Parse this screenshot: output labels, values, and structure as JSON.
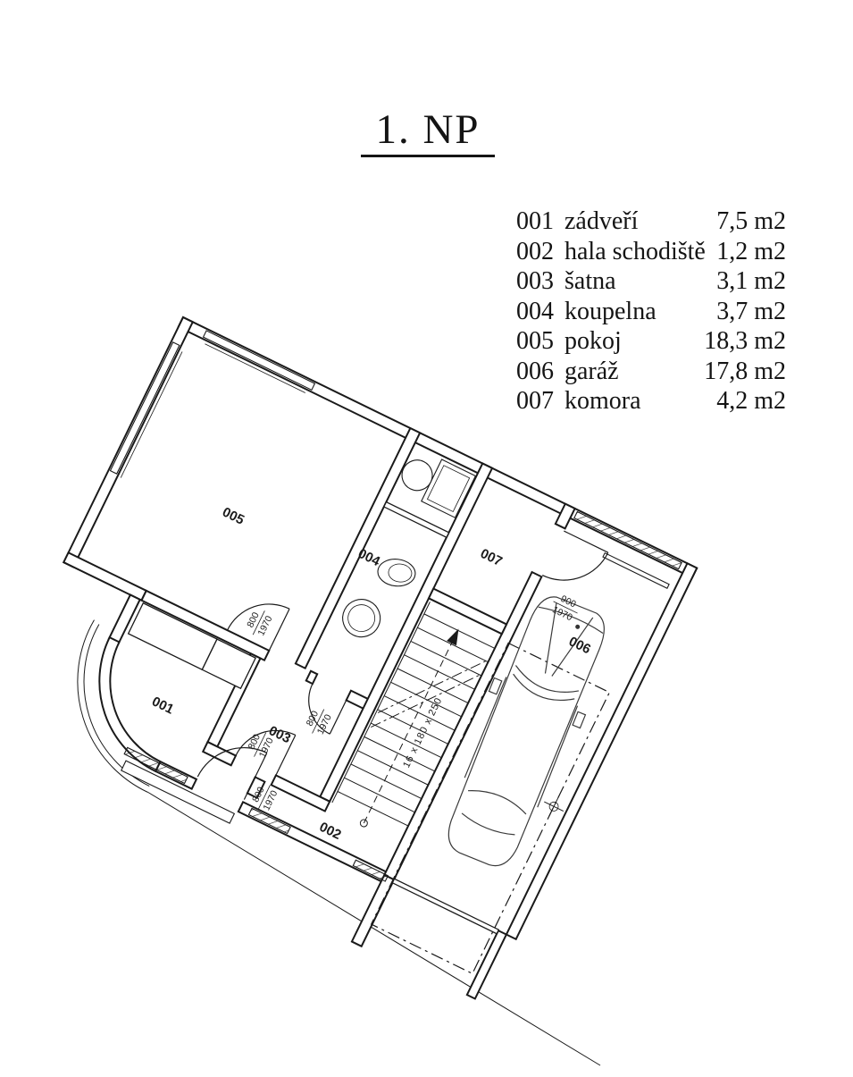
{
  "title": {
    "text": "1. NP"
  },
  "legend": {
    "rows": [
      {
        "code": "001",
        "name": "zádveří",
        "area": "7,5 m2"
      },
      {
        "code": "002",
        "name": "hala schodiště",
        "area": "1,2 m2"
      },
      {
        "code": "003",
        "name": "šatna",
        "area": "3,1 m2"
      },
      {
        "code": "004",
        "name": "koupelna",
        "area": "3,7 m2"
      },
      {
        "code": "005",
        "name": "pokoj",
        "area": "18,3 m2"
      },
      {
        "code": "006",
        "name": "garáž",
        "area": "17,8 m2"
      },
      {
        "code": "007",
        "name": "komora",
        "area": "4,2 m2"
      }
    ]
  },
  "plan": {
    "rooms": [
      {
        "num": "005"
      },
      {
        "num": "004"
      },
      {
        "num": "007"
      },
      {
        "num": "006"
      },
      {
        "num": "003"
      },
      {
        "num": "001"
      },
      {
        "num": "002"
      }
    ],
    "doors": [
      {
        "w": "800",
        "h": "1970"
      },
      {
        "w": "800",
        "h": "1970"
      },
      {
        "w": "800",
        "h": "1970"
      },
      {
        "w": "800",
        "h": "1970"
      },
      {
        "w": "900",
        "h": "1970"
      }
    ],
    "stairs_note": "16 x 180 x 250"
  }
}
